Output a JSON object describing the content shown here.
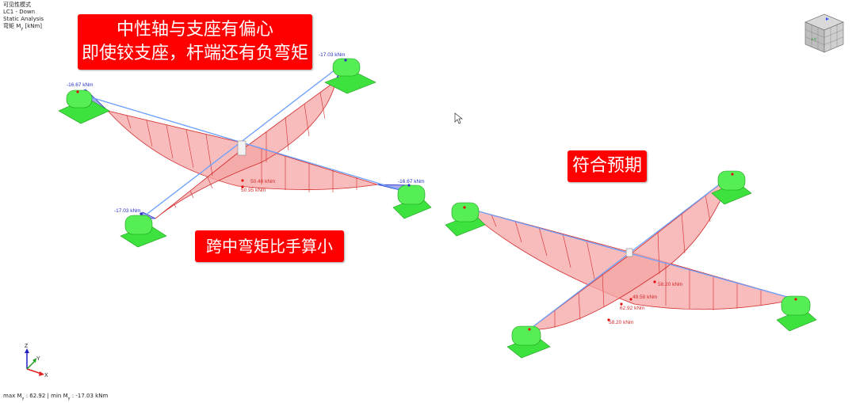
{
  "info": {
    "mode": "可见性模式",
    "load_case": "LC1 - Down",
    "analysis": "Static Analysis",
    "result": "弯矩 M",
    "result_sub": "y",
    "result_unit": " [kNm]"
  },
  "callouts": {
    "top_line1": "中性轴与支座有偏心",
    "top_line2": "即使铰支座，杆端还有负弯矩",
    "right": "符合预期",
    "middle": "跨中弯矩比手算小"
  },
  "left_model_labels": {
    "nw_end": "-16.67 kNm",
    "ne_end": "-17.03 kNm",
    "se_end": "-16.67 kNm",
    "sw_end": "-17.03 kNm",
    "mid_1": "50.40 kNm",
    "mid_2": "50.95 kNm"
  },
  "right_model_labels": {
    "l1": "58.20 kNm",
    "l2": "49.58 kNm",
    "l3": "62.92 kNm",
    "l4": "58.20 kNm"
  },
  "view_cube": {
    "face_label": "+Y"
  },
  "axes": {
    "z": "Z",
    "y": "Y",
    "x": "X"
  },
  "status": {
    "max_label": "max M",
    "max_sub": "y",
    "max_value": " : 62.92 | min M",
    "min_sub": "y",
    "min_value": " : -17.03 kNm"
  },
  "colors": {
    "diagram_fill": "#f5a6a6",
    "diagram_stroke": "#d42a2a",
    "negative_fill": "#7f86e6",
    "beam": "#6aa0ff",
    "support": "#3ee23e",
    "callout": "#ff0000"
  }
}
